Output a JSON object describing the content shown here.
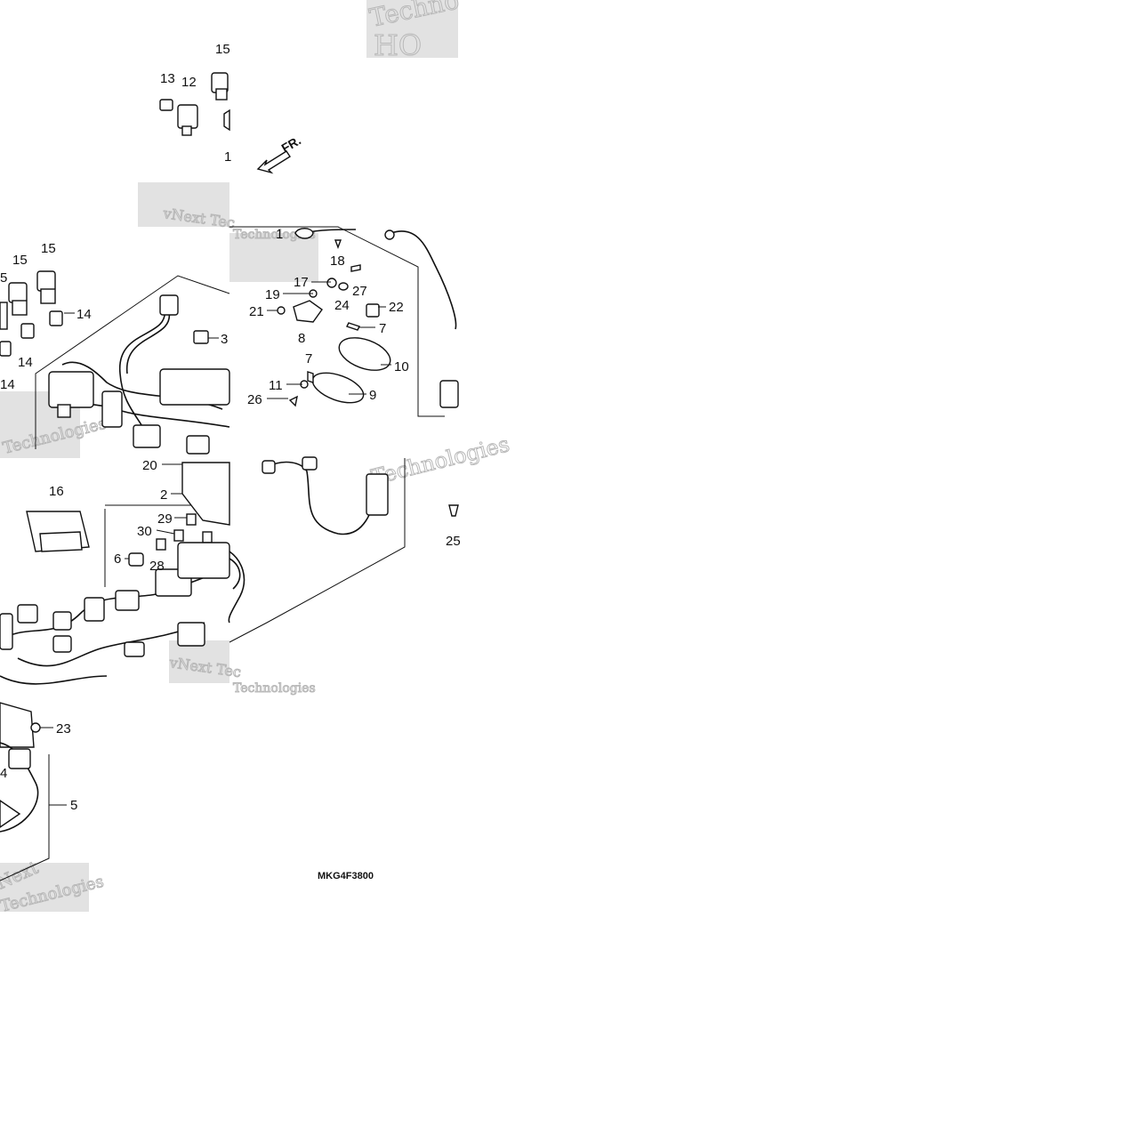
{
  "diagram": {
    "part_code": "MKG4F3800",
    "arrow_label": "FR.",
    "callouts": [
      {
        "id": "c-15a",
        "label": "15"
      },
      {
        "id": "c-13",
        "label": "13"
      },
      {
        "id": "c-12",
        "label": "12"
      },
      {
        "id": "c-1a",
        "label": "1"
      },
      {
        "id": "c-15b",
        "label": "15"
      },
      {
        "id": "c-15c",
        "label": "15"
      },
      {
        "id": "c-5a",
        "label": "5"
      },
      {
        "id": "c-14a",
        "label": "14"
      },
      {
        "id": "c-3",
        "label": "3"
      },
      {
        "id": "c-14b",
        "label": "14"
      },
      {
        "id": "c-14c",
        "label": "14"
      },
      {
        "id": "c-1b",
        "label": "1"
      },
      {
        "id": "c-18",
        "label": "18"
      },
      {
        "id": "c-17",
        "label": "17"
      },
      {
        "id": "c-27",
        "label": "27"
      },
      {
        "id": "c-19",
        "label": "19"
      },
      {
        "id": "c-24",
        "label": "24"
      },
      {
        "id": "c-21",
        "label": "21"
      },
      {
        "id": "c-22",
        "label": "22"
      },
      {
        "id": "c-8",
        "label": "8"
      },
      {
        "id": "c-7a",
        "label": "7"
      },
      {
        "id": "c-10",
        "label": "10"
      },
      {
        "id": "c-7b",
        "label": "7"
      },
      {
        "id": "c-11",
        "label": "11"
      },
      {
        "id": "c-9",
        "label": "9"
      },
      {
        "id": "c-26",
        "label": "26"
      },
      {
        "id": "c-20",
        "label": "20"
      },
      {
        "id": "c-2",
        "label": "2"
      },
      {
        "id": "c-16",
        "label": "16"
      },
      {
        "id": "c-29",
        "label": "29"
      },
      {
        "id": "c-30",
        "label": "30"
      },
      {
        "id": "c-6",
        "label": "6"
      },
      {
        "id": "c-28",
        "label": "28"
      },
      {
        "id": "c-25",
        "label": "25"
      },
      {
        "id": "c-23",
        "label": "23"
      },
      {
        "id": "c-4",
        "label": "4"
      },
      {
        "id": "c-5b",
        "label": "5"
      }
    ],
    "watermarks": [
      "Techno",
      "HO",
      "vNext Tec",
      "Technologies",
      "vNext Tec",
      "Technologies",
      "vNext",
      "Technologies",
      "Technologies",
      "Technologies",
      "Next"
    ]
  }
}
